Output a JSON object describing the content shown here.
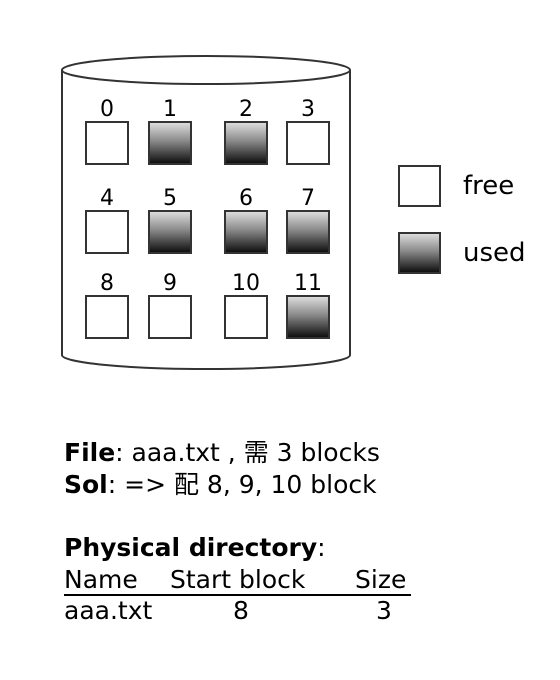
{
  "disk": {
    "blocks": [
      {
        "id": "0",
        "state": "free"
      },
      {
        "id": "1",
        "state": "used"
      },
      {
        "id": "2",
        "state": "used"
      },
      {
        "id": "3",
        "state": "free"
      },
      {
        "id": "4",
        "state": "free"
      },
      {
        "id": "5",
        "state": "used"
      },
      {
        "id": "6",
        "state": "used"
      },
      {
        "id": "7",
        "state": "used"
      },
      {
        "id": "8",
        "state": "free"
      },
      {
        "id": "9",
        "state": "free"
      },
      {
        "id": "10",
        "state": "free"
      },
      {
        "id": "11",
        "state": "used"
      }
    ]
  },
  "legend": {
    "free_label": "free",
    "used_label": "used"
  },
  "file_info": {
    "file_key": "File",
    "file_value": ": aaa.txt , 需 3 blocks",
    "sol_key": "Sol",
    "sol_value": ": => 配 8, 9, 10 block"
  },
  "directory": {
    "title": "Physical directory",
    "title_suffix": ":",
    "headers": [
      "Name",
      "Start block",
      "Size"
    ],
    "rows": [
      {
        "name": "aaa.txt",
        "start": "8",
        "size": "3"
      }
    ]
  },
  "colors": {
    "used_gradient_top": "#d8d8d8",
    "used_gradient_bottom": "#111111",
    "outline": "#333333"
  }
}
